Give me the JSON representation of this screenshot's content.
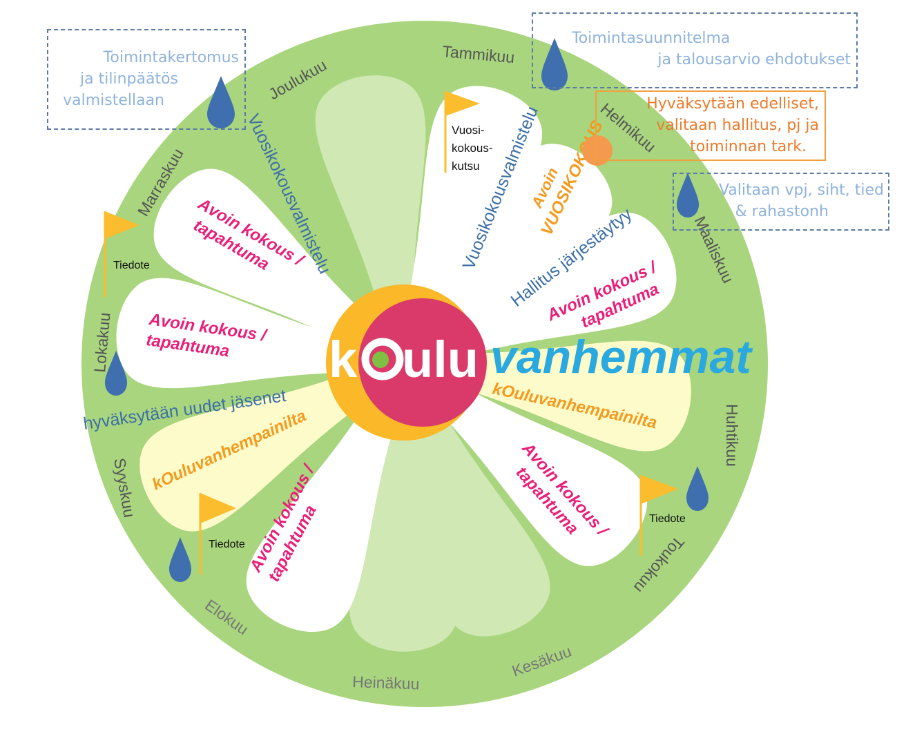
{
  "months": {
    "tammikuu": "Tammikuu",
    "helmikuu": "Helmikuu",
    "maaliskuu": "Maaliskuu",
    "huhtikuu": "Huhtikuu",
    "toukokuu": "Toukokuu",
    "kesakuu": "Kesäkuu",
    "heinakuu": "Heinäkuu",
    "elokuu": "Elokuu",
    "syyskuu": "Syyskuu",
    "lokakuu": "Lokakuu",
    "marraskuu": "Marraskuu",
    "joulukuu": "Joulukuu"
  },
  "petals": {
    "vuosikokouskutsu": [
      "Vuosi-",
      "kokous-",
      "kutsu"
    ],
    "avoin_vuosikokous": [
      "Avoin",
      "VUOSIKOKOUS"
    ],
    "maaliskuu_event": [
      "Avoin kokous /",
      "tapahtuma"
    ],
    "huhtikuu_event": "kOuluvanhempainilta",
    "toukokuu_event": [
      "Avoin kokous /",
      "tapahtuma"
    ],
    "elokuu_event": [
      "Avoin kokous /",
      "tapahtuma"
    ],
    "syyskuu_event": "kOuluvanhempainilta",
    "lokakuu_event": [
      "Avoin kokous /",
      "tapahtuma"
    ],
    "marraskuu_event": [
      "Avoin kokous /",
      "tapahtuma"
    ]
  },
  "stems": {
    "vuosikokousvalmistelu": "Vuosikokousvalmistelu",
    "hallitus": "Hallitus järjestäytyy",
    "uudet_jasenet": "hyväksytään uudet jäsenet"
  },
  "flags": {
    "tiedote": "Tiedote"
  },
  "notes": {
    "toimintakertomus": [
      "Toimintakertomus",
      "ja tilinpäätös",
      "valmistellaan"
    ],
    "toimintasuunnitelma": [
      "Toimintasuunnitelma",
      "ja talousarvio ehdotukset"
    ],
    "hyvaksytaan": [
      "Hyväksytään edelliset,",
      "valitaan hallitus, pj ja",
      "toiminnan tark."
    ],
    "valitaan": [
      "Valitaan  vpj, siht, tied",
      "& rahastonh"
    ]
  },
  "logo": {
    "part1": "k",
    "part2": "ulu",
    "part3": "vanhemmat"
  },
  "colors": {
    "ring": "#a8d57d",
    "petal_white": "#ffffff",
    "petal_light_green": "#cfe8b4",
    "petal_yellow": "#fefbcb",
    "center_outer": "#fbb829",
    "center_inner": "#d93a6a",
    "accent_pink": "#e91e78",
    "accent_orange": "#f39a1f",
    "accent_blue": "#29a9e0",
    "month_gray": "#555555",
    "stem_text": "#3d6fa6",
    "drop": "#3f6fae",
    "flag": "#fbbc2d"
  }
}
